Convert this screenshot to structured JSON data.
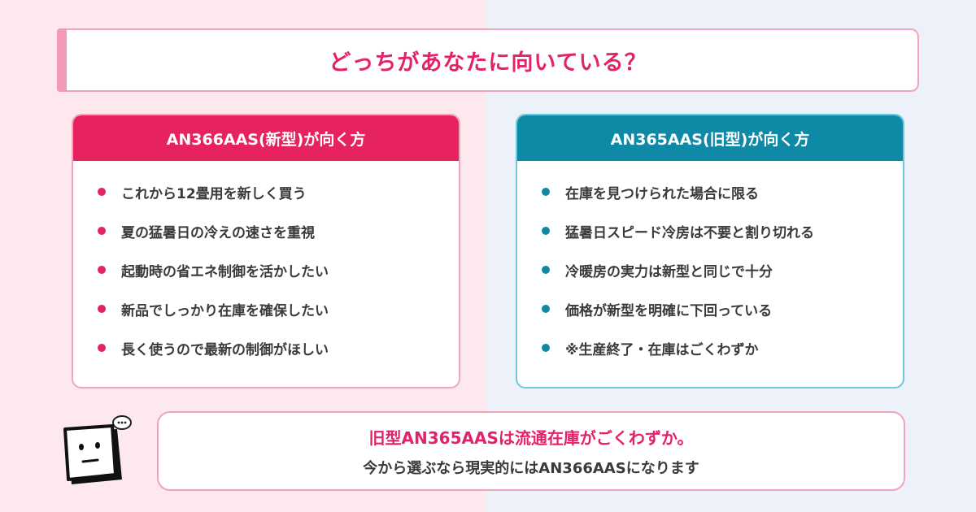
{
  "title": "どっちがあなたに向いている？",
  "colors": {
    "pink_accent": "#e4226a",
    "teal_accent": "#0e8aa7",
    "pink_border": "#f2a3bd",
    "teal_border": "#6ec7dc"
  },
  "cards": [
    {
      "header": "AN366AAS(新型)が向く方",
      "items": [
        "これから12畳用を新しく買う",
        "夏の猛暑日の冷えの速さを重視",
        "起動時の省エネ制御を活かしたい",
        "新品でしっかり在庫を確保したい",
        "長く使うので最新の制御がほしい"
      ]
    },
    {
      "header": "AN365AAS(旧型)が向く方",
      "items": [
        "在庫を見つけられた場合に限る",
        "猛暑日スピード冷房は不要と割り切れる",
        "冷暖房の実力は新型と同じで十分",
        "価格が新型を明確に下回っている",
        "※生産終了・在庫はごくわずか"
      ]
    }
  ],
  "summary": {
    "line1": "旧型AN365AASは流通在庫がごくわずか。",
    "line2": "今から選ぶなら現実的にはAN366AASになります"
  },
  "mascot_icon": "thinking-face-icon"
}
